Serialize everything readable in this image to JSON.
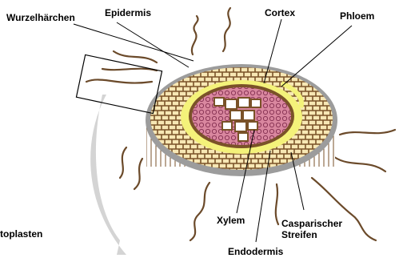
{
  "labels": {
    "wurzelhaerchen": "Wurzelhärchen",
    "epidermis": "Epidermis",
    "cortex": "Cortex",
    "phloem": "Phloem",
    "xylem": "Xylem",
    "casparischer_line1": "Casparischer",
    "casparischer_line2": "Streifen",
    "endodermis": "Endodermis",
    "protoplasten_partial": "toplasten"
  },
  "colors": {
    "cortex_fill": "#f7e7b4",
    "cell_wall": "#7a5228",
    "phloem_fill": "#d9879f",
    "caspary_band": "#f4f27a",
    "epidermis_ring": "#9c9c9c",
    "arrow_gray": "#d4d4d4"
  }
}
